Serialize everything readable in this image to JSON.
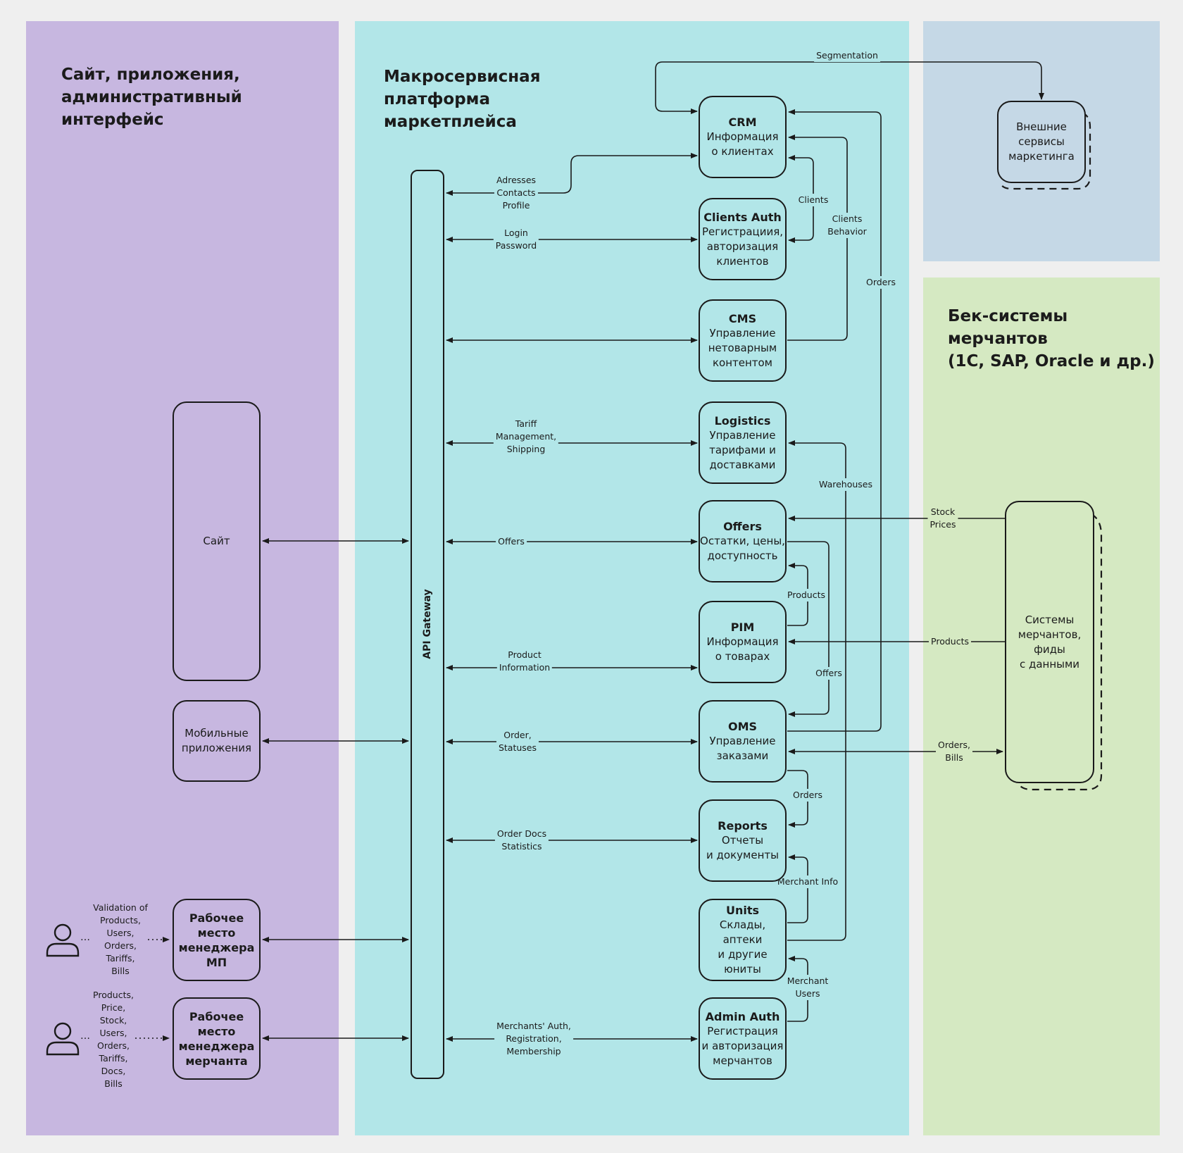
{
  "zones": {
    "left_title": "Сайт, приложения,\nадминистративный\nинтерфейс",
    "mid_title": "Макросервисная\nплатформа\nмаркетплейса",
    "back_title": "Бек-системы\nмерчантов\n(1С, SAP, Oracle и др.)"
  },
  "gateway": "API Gateway",
  "left": {
    "site": "Сайт",
    "mobile": "Мобильные\nприложения",
    "mp_manager": "Рабочее\nместо\nменеджера\nМП",
    "merchant_manager": "Рабочее\nместо\nменеджера\nмерчанта",
    "mp_user_note": "Validation of\nProducts,\nUsers,\nOrders,\nTariffs,\nBills",
    "merchant_user_note": "Products,\nPrice,\nStock,\nUsers,\nOrders,\nTariffs,\nDocs,\nBills",
    "dots": "…"
  },
  "services": {
    "crm": {
      "title": "CRM",
      "desc": "Информация\nо клиентах"
    },
    "auth": {
      "title": "Clients Auth",
      "desc": "Регистрациия,\nавторизация\nклиентов"
    },
    "cms": {
      "title": "CMS",
      "desc": "Управление\nнетоварным\nконтентом"
    },
    "logistics": {
      "title": "Logistics",
      "desc": "Управление\nтарифами и\nдоставками"
    },
    "offers": {
      "title": "Offers",
      "desc": "Остатки, цены,\nдоступность"
    },
    "pim": {
      "title": "PIM",
      "desc": "Информация\nо товарах"
    },
    "oms": {
      "title": "OMS",
      "desc": "Управление\nзаказами"
    },
    "reports": {
      "title": "Reports",
      "desc": "Отчеты\nи документы"
    },
    "units": {
      "title": "Units",
      "desc": "Склады, аптеки\nи другие\nюниты"
    },
    "admin": {
      "title": "Admin Auth",
      "desc": "Регистрация\nи авторизация\nмерчантов"
    }
  },
  "external": "Внешние\nсервисы\nмаркетинга",
  "merchant_systems": "Системы\nмерчантов,\nфиды\nс данными",
  "edge_labels": {
    "addresses": "Adresses\nContacts\nProfile",
    "login": "Login\nPassword",
    "tariff": "Tariff\nManagement,\nShipping",
    "offers": "Offers",
    "product_info": "Product\nInformation",
    "order_statuses": "Order,\nStatuses",
    "order_docs": "Order Docs\nStatistics",
    "merchants_auth": "Merchants' Auth,\nRegistration,\nMembership",
    "segmentation": "Segmentation",
    "clients": "Clients",
    "clients_behavior": "Clients\nBehavior",
    "orders_crm": "Orders",
    "warehouses": "Warehouses",
    "products_offers": "Products",
    "offers_oms": "Offers",
    "orders_reports": "Orders",
    "merchant_info": "Merchant Info",
    "merchant_users": "Merchant\nUsers",
    "stock_prices": "Stock\nPrices",
    "products_pim": "Products",
    "orders_bills": "Orders,\nBills"
  }
}
